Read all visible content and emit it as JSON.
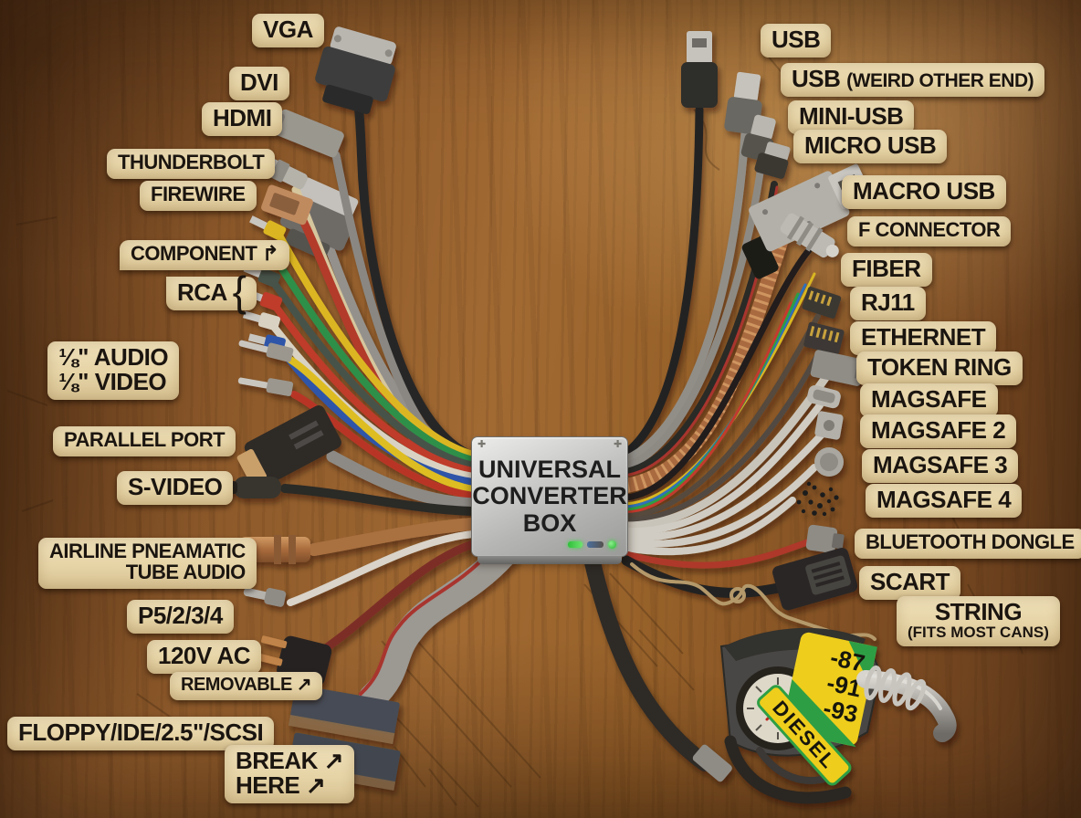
{
  "title": "Universal Converter Box",
  "box": {
    "line1": "UNIVERSAL",
    "line2": "CONVERTER",
    "line3": "BOX"
  },
  "labels": {
    "vga": "VGA",
    "dvi": "DVI",
    "hdmi": "HDMI",
    "thunderbolt": "THUNDERBOLT",
    "firewire": "FIREWIRE",
    "component": "COMPONENT",
    "rca": "RCA",
    "audio_line1": "⅛\" AUDIO",
    "audio_line2": "⅛\" VIDEO",
    "parallel_port": "PARALLEL PORT",
    "s_video": "S-VIDEO",
    "airline_line1": "AIRLINE PNEAMATIC",
    "airline_line2": "TUBE AUDIO",
    "p5234": "P5/2/3/4",
    "ac_120v": "120V AC",
    "removable": "REMOVABLE",
    "floppy": "FLOPPY/IDE/2.5\"/SCSI",
    "break_line1": "BREAK",
    "break_line2": "HERE",
    "usb": "USB",
    "usb_weird_main": "USB",
    "usb_weird_paren": "(WEIRD OTHER END)",
    "mini_usb": "MINI-USB",
    "micro_usb": "MICRO USB",
    "macro_usb": "MACRO USB",
    "f_connector": "F CONNECTOR",
    "fiber": "FIBER",
    "rj11": "RJ11",
    "ethernet": "ETHERNET",
    "token_ring": "TOKEN RING",
    "magsafe": "MAGSAFE",
    "magsafe2": "MAGSAFE 2",
    "magsafe3": "MAGSAFE 3",
    "magsafe4": "MAGSAFE 4",
    "bluetooth_dongle": "BLUETOOTH DONGLE",
    "scart": "SCART",
    "string_line1": "STRING",
    "string_line2": "(FITS MOST CANS)"
  },
  "pump": {
    "octane1": "-87",
    "octane2": "-91",
    "octane3": "-93",
    "fuel": "DIESEL"
  },
  "icons": {
    "component_arrow": "↱",
    "rca_brace": "{",
    "removable_arrow": "↗",
    "break_arrow_top": "↗",
    "break_arrow_bottom": "↗"
  },
  "colors": {
    "wood": "#8a5a2c",
    "label_bg": "#e9dab1",
    "label_text": "#1b1510",
    "box_metal": "#c9c9c7",
    "led_green": "#3ec63e",
    "cable_copper": "#b5754a",
    "pump_yellow": "#eecd1b",
    "pump_green": "#2f9e44",
    "gauge_needle_red": "#c0271d"
  }
}
